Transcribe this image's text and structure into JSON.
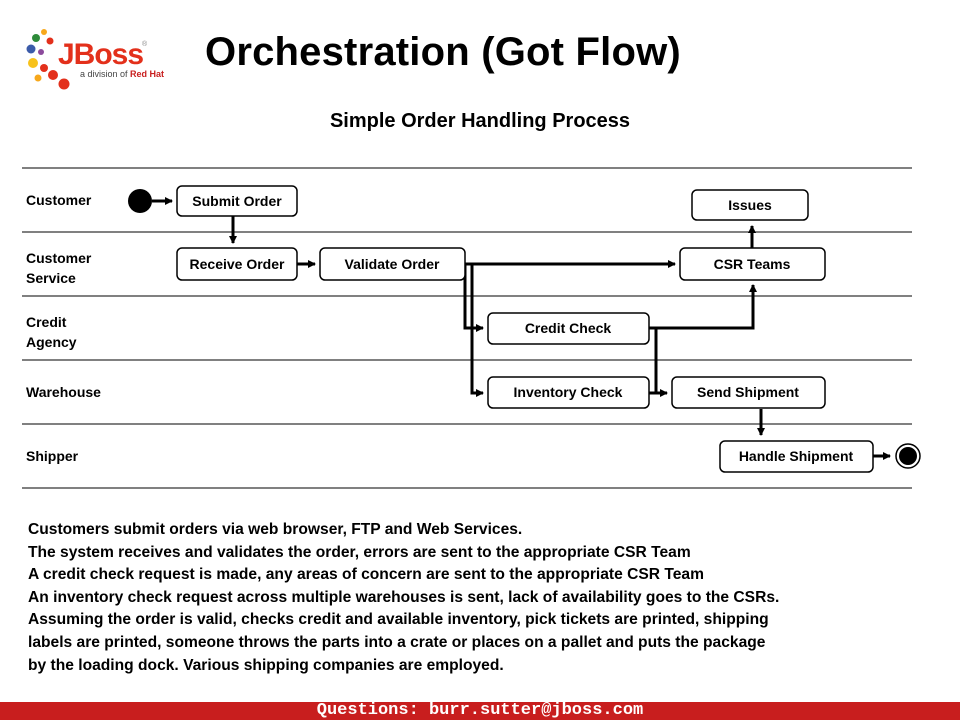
{
  "logo": {
    "wordmark": "JBoss",
    "registered": "®",
    "tagline_prefix": "a division of ",
    "tagline_brand": "Red Hat"
  },
  "title": "Orchestration (Got Flow)",
  "subtitle": "Simple Order Handling Process",
  "lanes": [
    {
      "label": "Customer"
    },
    {
      "label": "Customer\nService"
    },
    {
      "label": "Credit\nAgency"
    },
    {
      "label": "Warehouse"
    },
    {
      "label": "Shipper"
    }
  ],
  "tasks": {
    "submit_order": "Submit Order",
    "issues": "Issues",
    "receive_order": "Receive Order",
    "validate_order": "Validate Order",
    "csr_teams": "CSR Teams",
    "credit_check": "Credit Check",
    "inventory_check": "Inventory Check",
    "send_shipment": "Send Shipment",
    "handle_shipment": "Handle Shipment"
  },
  "description": [
    "Customers submit orders via web browser, FTP and Web Services.",
    "The system receives and validates the order, errors are sent to the appropriate CSR Team",
    "A credit check request is made, any areas of concern are sent to the appropriate CSR Team",
    "An inventory check request across multiple warehouses is sent, lack of availability goes to the CSRs.",
    "Assuming the order is valid, checks credit and available inventory, pick tickets are printed, shipping",
    "labels are printed, someone throws the parts into a crate or places on a pallet and puts the package",
    "by the loading dock.  Various shipping companies are employed."
  ],
  "footer": "Questions: burr.sutter@jboss.com",
  "colors": {
    "brand_red": "#c81e1e",
    "line": "#000000"
  }
}
